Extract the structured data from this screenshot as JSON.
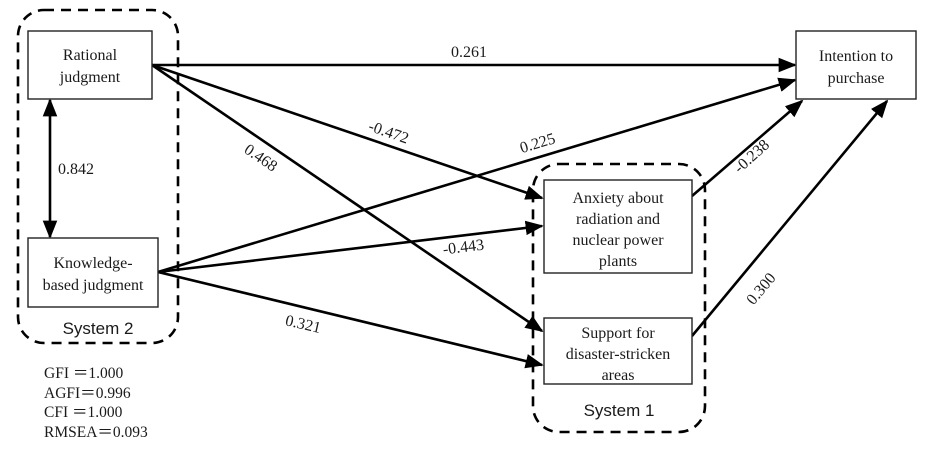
{
  "diagram": {
    "type": "path-model",
    "groups": [
      {
        "id": "system2",
        "label": "System 2"
      },
      {
        "id": "system1",
        "label": "System 1"
      }
    ],
    "nodes": [
      {
        "id": "rational",
        "lines": [
          "Rational",
          "judgment"
        ]
      },
      {
        "id": "knowledge",
        "lines": [
          "Knowledge-",
          "based judgment"
        ]
      },
      {
        "id": "intention",
        "lines": [
          "Intention to",
          "purchase"
        ]
      },
      {
        "id": "anxiety",
        "lines": [
          "Anxiety about",
          "radiation and",
          "nuclear power",
          "plants"
        ]
      },
      {
        "id": "support",
        "lines": [
          "Support for",
          "disaster-stricken",
          "areas"
        ]
      }
    ],
    "edges": [
      {
        "from": "rational",
        "to": "intention",
        "coef": "0.261"
      },
      {
        "from": "rational",
        "to": "anxiety",
        "coef": "-0.472"
      },
      {
        "from": "rational",
        "to": "support",
        "coef": "0.468"
      },
      {
        "from": "knowledge",
        "to": "intention",
        "coef": "0.225"
      },
      {
        "from": "knowledge",
        "to": "anxiety",
        "coef": "-0.443"
      },
      {
        "from": "knowledge",
        "to": "support",
        "coef": "0.321"
      },
      {
        "from": "anxiety",
        "to": "intention",
        "coef": "-0.238"
      },
      {
        "from": "support",
        "to": "intention",
        "coef": "0.300"
      },
      {
        "from": "rational",
        "to": "knowledge",
        "coef": "0.842",
        "bidirectional": true
      }
    ]
  },
  "fit_indices": [
    {
      "name": "GFI",
      "sep": " ＝",
      "value": "1.000"
    },
    {
      "name": "AGFI",
      "sep": "＝",
      "value": "0.996"
    },
    {
      "name": "CFI",
      "sep": " ＝",
      "value": "1.000"
    },
    {
      "name": "RMSEA",
      "sep": "＝",
      "value": "0.093"
    }
  ]
}
